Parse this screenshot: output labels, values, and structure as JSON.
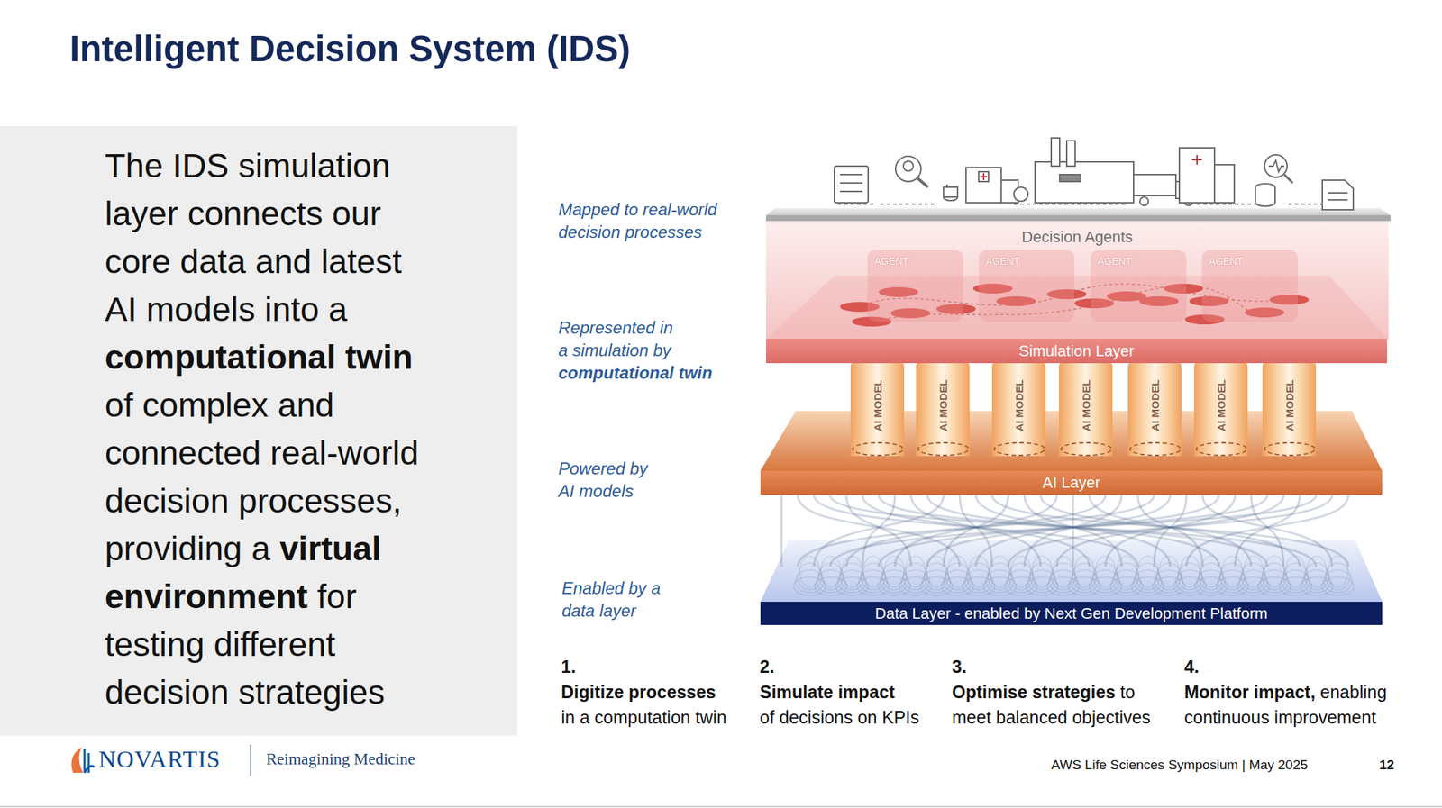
{
  "diagram": {
    "title": "Intelligent Decision System (IDS)",
    "nodes": [
      {
        "text": [
          "Decision Agents"
        ]
      },
      {
        "text": [
          "AGENT"
        ],
        "in": 0
      },
      {
        "text": [
          "AGENT"
        ],
        "in": 0
      },
      {
        "text": [
          "AGENT"
        ],
        "in": 0
      },
      {
        "text": [
          "AGENT"
        ],
        "in": 0
      },
      {
        "text": [
          "Simulation Layer"
        ]
      },
      {
        "text": [
          "AI MODEL"
        ]
      },
      {
        "text": [
          "AI MODEL"
        ]
      },
      {
        "text": [
          "AI MODEL"
        ]
      },
      {
        "text": [
          "AI MODEL"
        ]
      },
      {
        "text": [
          "AI MODEL"
        ]
      },
      {
        "text": [
          "AI MODEL"
        ]
      },
      {
        "text": [
          "AI MODEL"
        ]
      },
      {
        "text": [
          "AI Layer"
        ]
      },
      {
        "text": [
          "Data Layer - enabled by Next Gen Development Platform"
        ]
      }
    ],
    "labels": [
      "The IDS simulation layer connects our core data and latest AI models into a",
      "computational twin",
      "of complex and connected real-world decision processes, providing a",
      "virtual environment",
      "for testing different decision strategies",
      "Mapped to real-world decision processes",
      "Represented in a simulation by",
      "computational twin",
      "Powered by AI models",
      "Enabled by a data layer",
      "1.",
      "Digitize processes",
      "in a computation twin",
      "2.",
      "Simulate impact",
      "of decisions on KPIs",
      "3.",
      "Optimise strategies",
      "to meet balanced objectives",
      "4.",
      "Monitor impact,",
      "enabling continuous improvement",
      "NOVARTIS",
      "Reimagining Medicine",
      "AWS Life Sciences Symposium | May 2025",
      "12"
    ]
  }
}
